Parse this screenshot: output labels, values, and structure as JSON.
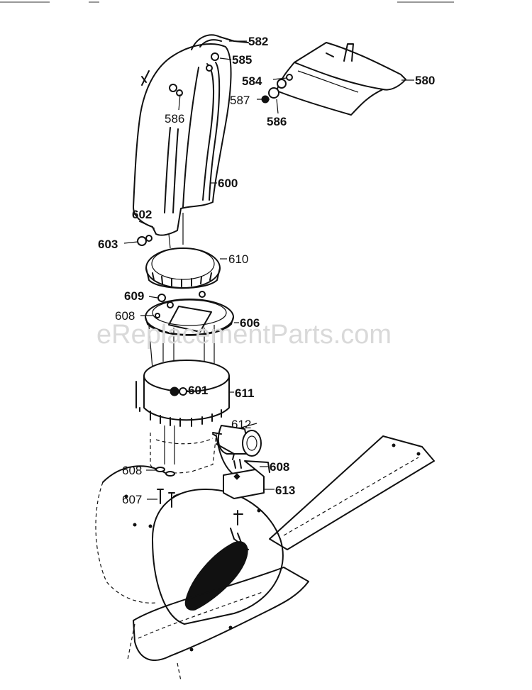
{
  "watermark": "eReplacementParts.com",
  "labels": {
    "582": "582",
    "585": "585",
    "580": "580",
    "584": "584",
    "587": "587",
    "586a": "586",
    "586b": "586",
    "600": "600",
    "602": "602",
    "603": "603",
    "610": "610",
    "609": "609",
    "608a": "608",
    "606": "606",
    "601": "601",
    "611": "611",
    "612": "612",
    "608b": "608",
    "608c": "608",
    "607": "607",
    "613": "613"
  }
}
